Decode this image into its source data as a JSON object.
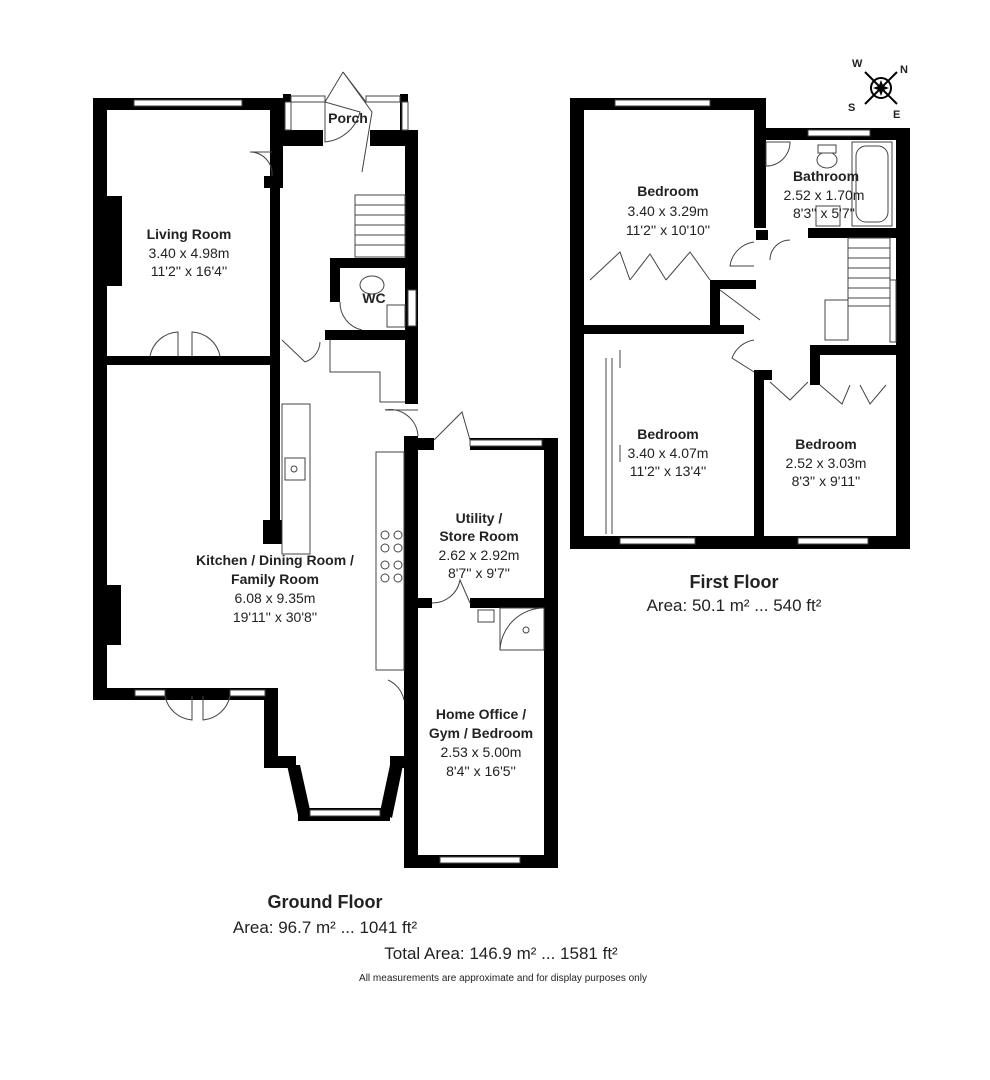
{
  "rooms": {
    "living_room": {
      "name": "Living Room",
      "metric": "3.40 x 4.98m",
      "imperial": "11'2'' x 16'4''"
    },
    "porch": {
      "name": "Porch"
    },
    "wc": {
      "name": "WC"
    },
    "kitchen": {
      "name_line1": "Kitchen / Dining Room /",
      "name_line2": "Family Room",
      "metric": "6.08 x 9.35m",
      "imperial": "19'11'' x 30'8''"
    },
    "utility": {
      "name_line1": "Utility /",
      "name_line2": "Store Room",
      "metric": "2.62 x 2.92m",
      "imperial": "8'7'' x 9'7''"
    },
    "home_office": {
      "name_line1": "Home Office /",
      "name_line2": "Gym / Bedroom",
      "metric": "2.53 x 5.00m",
      "imperial": "8'4'' x 16'5''"
    },
    "bedroom_1": {
      "name": "Bedroom",
      "metric": "3.40 x 3.29m",
      "imperial": "11'2'' x 10'10''"
    },
    "bathroom": {
      "name": "Bathroom",
      "metric": "2.52 x 1.70m",
      "imperial": "8'3'' x 5'7''"
    },
    "bedroom_2": {
      "name": "Bedroom",
      "metric": "3.40 x 4.07m",
      "imperial": "11'2'' x 13'4''"
    },
    "bedroom_3": {
      "name": "Bedroom",
      "metric": "2.52 x 3.03m",
      "imperial": "8'3'' x 9'11''"
    }
  },
  "ground_floor": {
    "title": "Ground Floor",
    "area": "Area: 96.7 m² ... 1041 ft²"
  },
  "first_floor": {
    "title": "First Floor",
    "area": "Area: 50.1 m² ... 540 ft²"
  },
  "total_area": "Total Area: 146.9 m² ... 1581 ft²",
  "disclaimer": "All measurements are approximate and for display purposes only",
  "compass": {
    "n": "N",
    "e": "E",
    "s": "S",
    "w": "W"
  }
}
